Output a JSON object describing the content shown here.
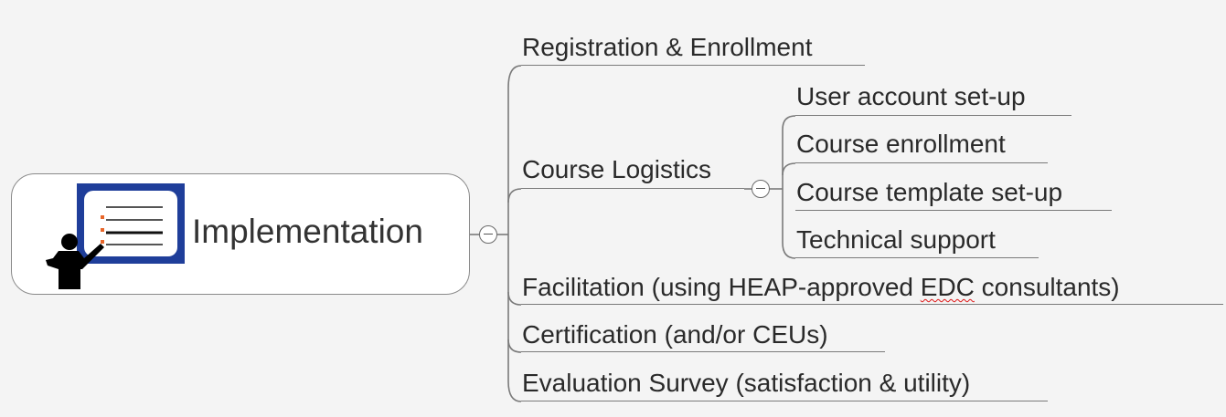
{
  "central": {
    "title": "Implementation",
    "icon": "presenter-at-whiteboard-icon"
  },
  "branches": [
    {
      "label": "Registration & Enrollment"
    },
    {
      "label": "Course Logistics",
      "collapsible": true,
      "children": [
        {
          "label": "User account set-up"
        },
        {
          "label": "Course enrollment"
        },
        {
          "label": "Course template set-up"
        },
        {
          "label": "Technical support"
        }
      ]
    },
    {
      "label_prefix": "Facilitation (using HEAP-approved ",
      "label_flagged": "EDC",
      "label_suffix": " consultants)",
      "flagged_word_marking": "spellcheck-underline"
    },
    {
      "label": "Certification (and/or CEUs)"
    },
    {
      "label": "Evaluation Survey (satisfaction & utility)"
    }
  ],
  "colors": {
    "background": "#f4f4f4",
    "node_fill": "#ffffff",
    "line": "#7a7a7a",
    "icon_frame": "#1f3e9a",
    "icon_dots": "#e8662a",
    "spellcheck": "#d11111"
  }
}
